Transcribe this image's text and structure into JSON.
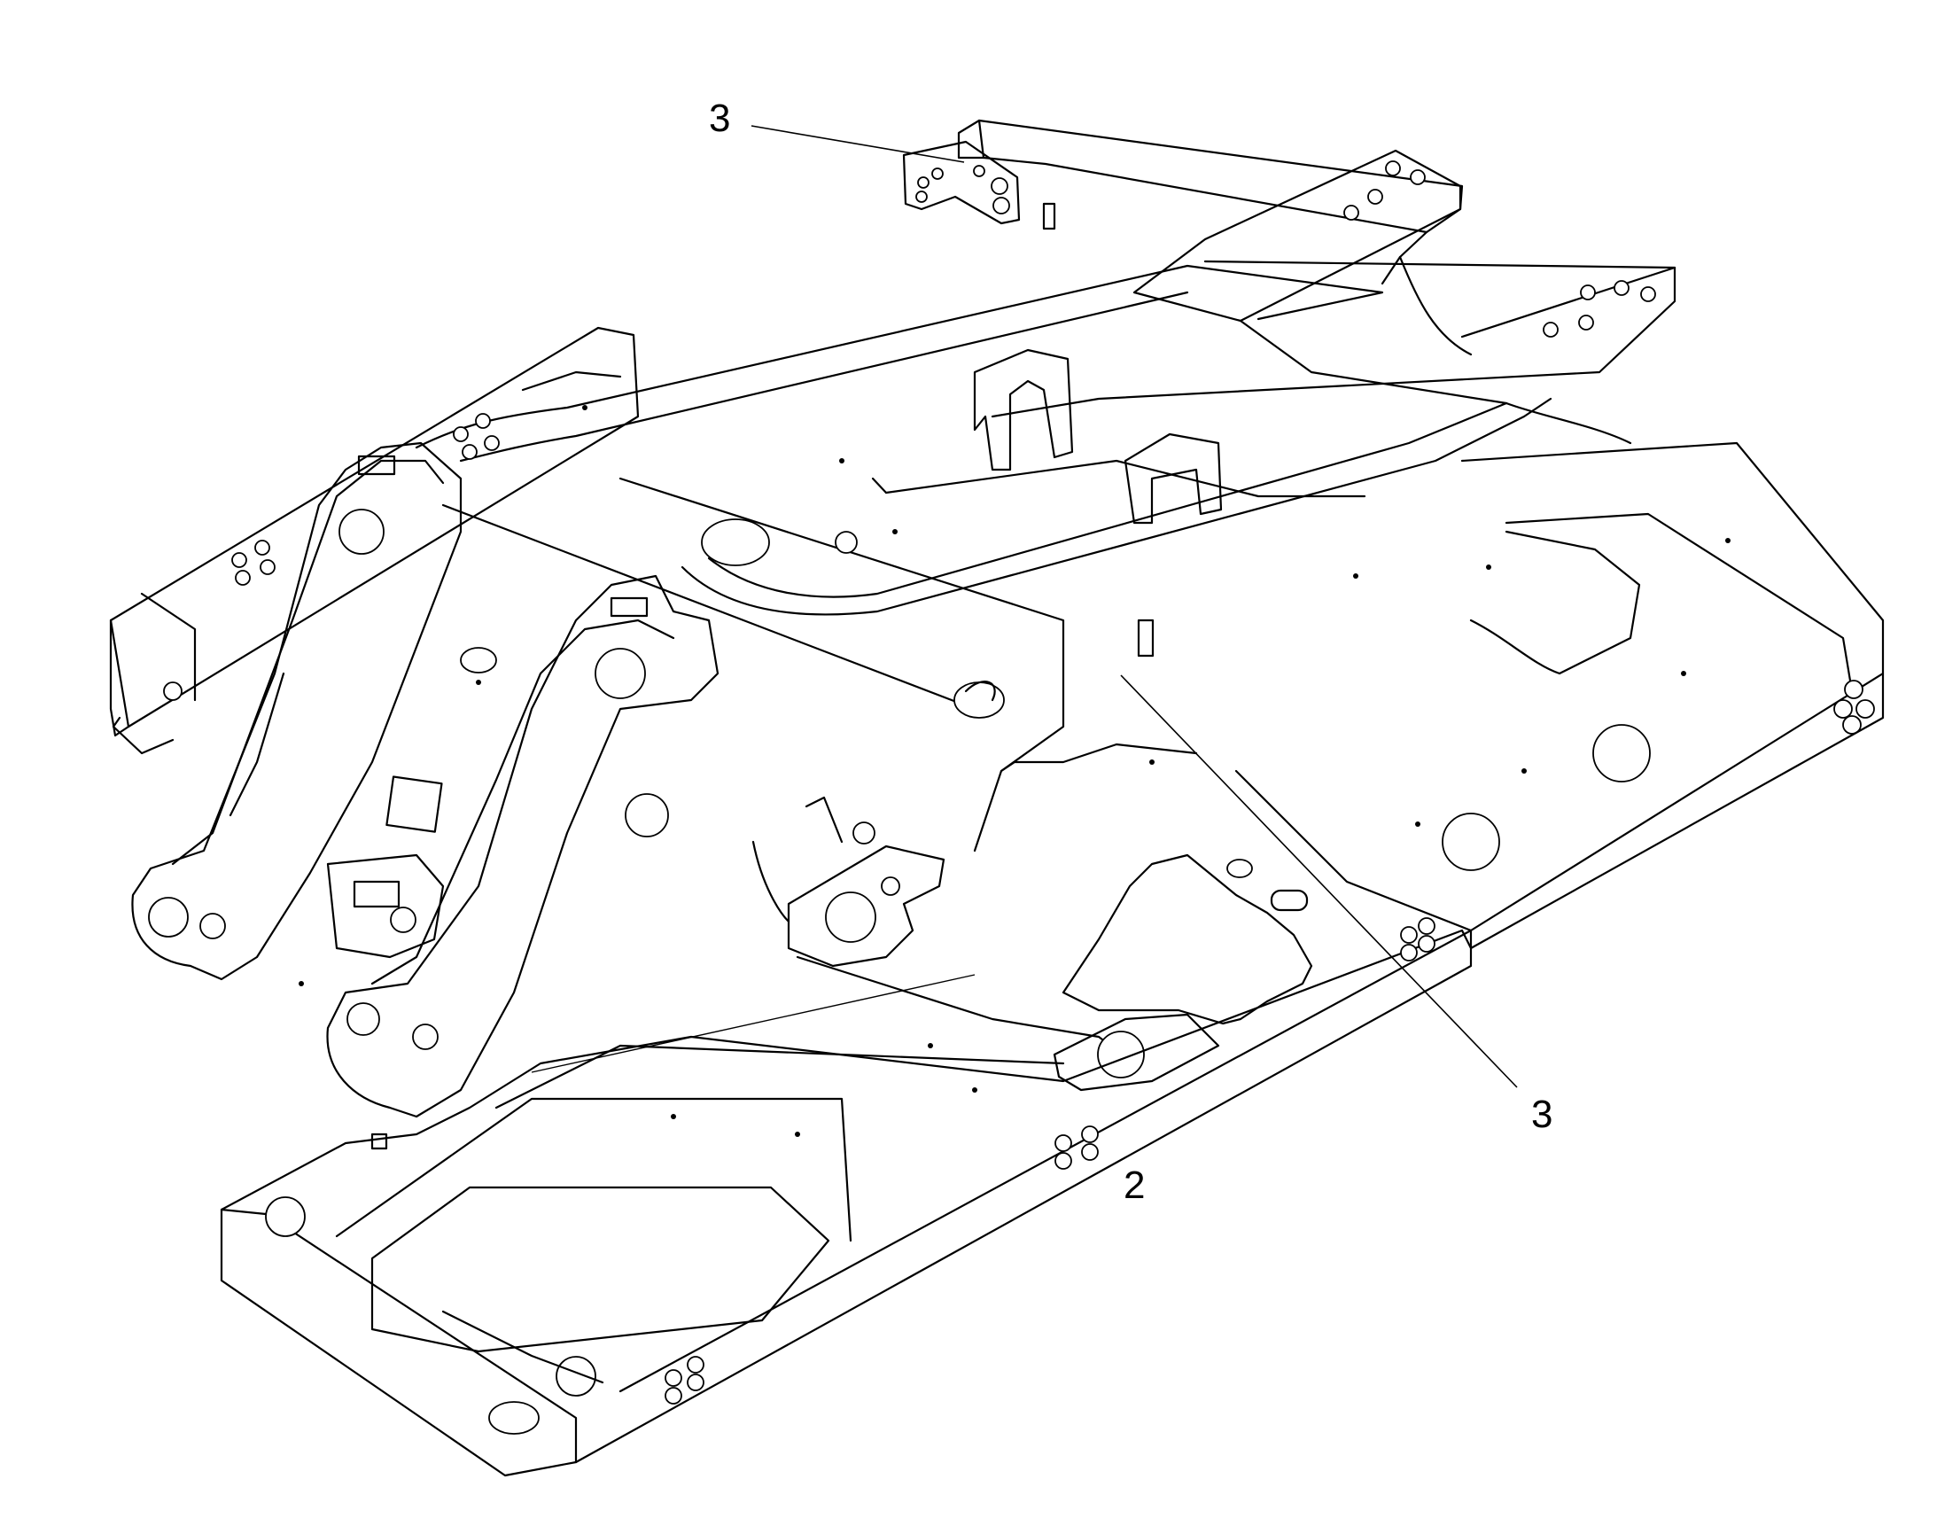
{
  "callouts": [
    {
      "id": "callout-3-top",
      "text": "3"
    },
    {
      "id": "callout-2",
      "text": "2"
    },
    {
      "id": "callout-3-right",
      "text": "3"
    }
  ],
  "colors": {
    "line": "#000000",
    "background": "#ffffff"
  }
}
